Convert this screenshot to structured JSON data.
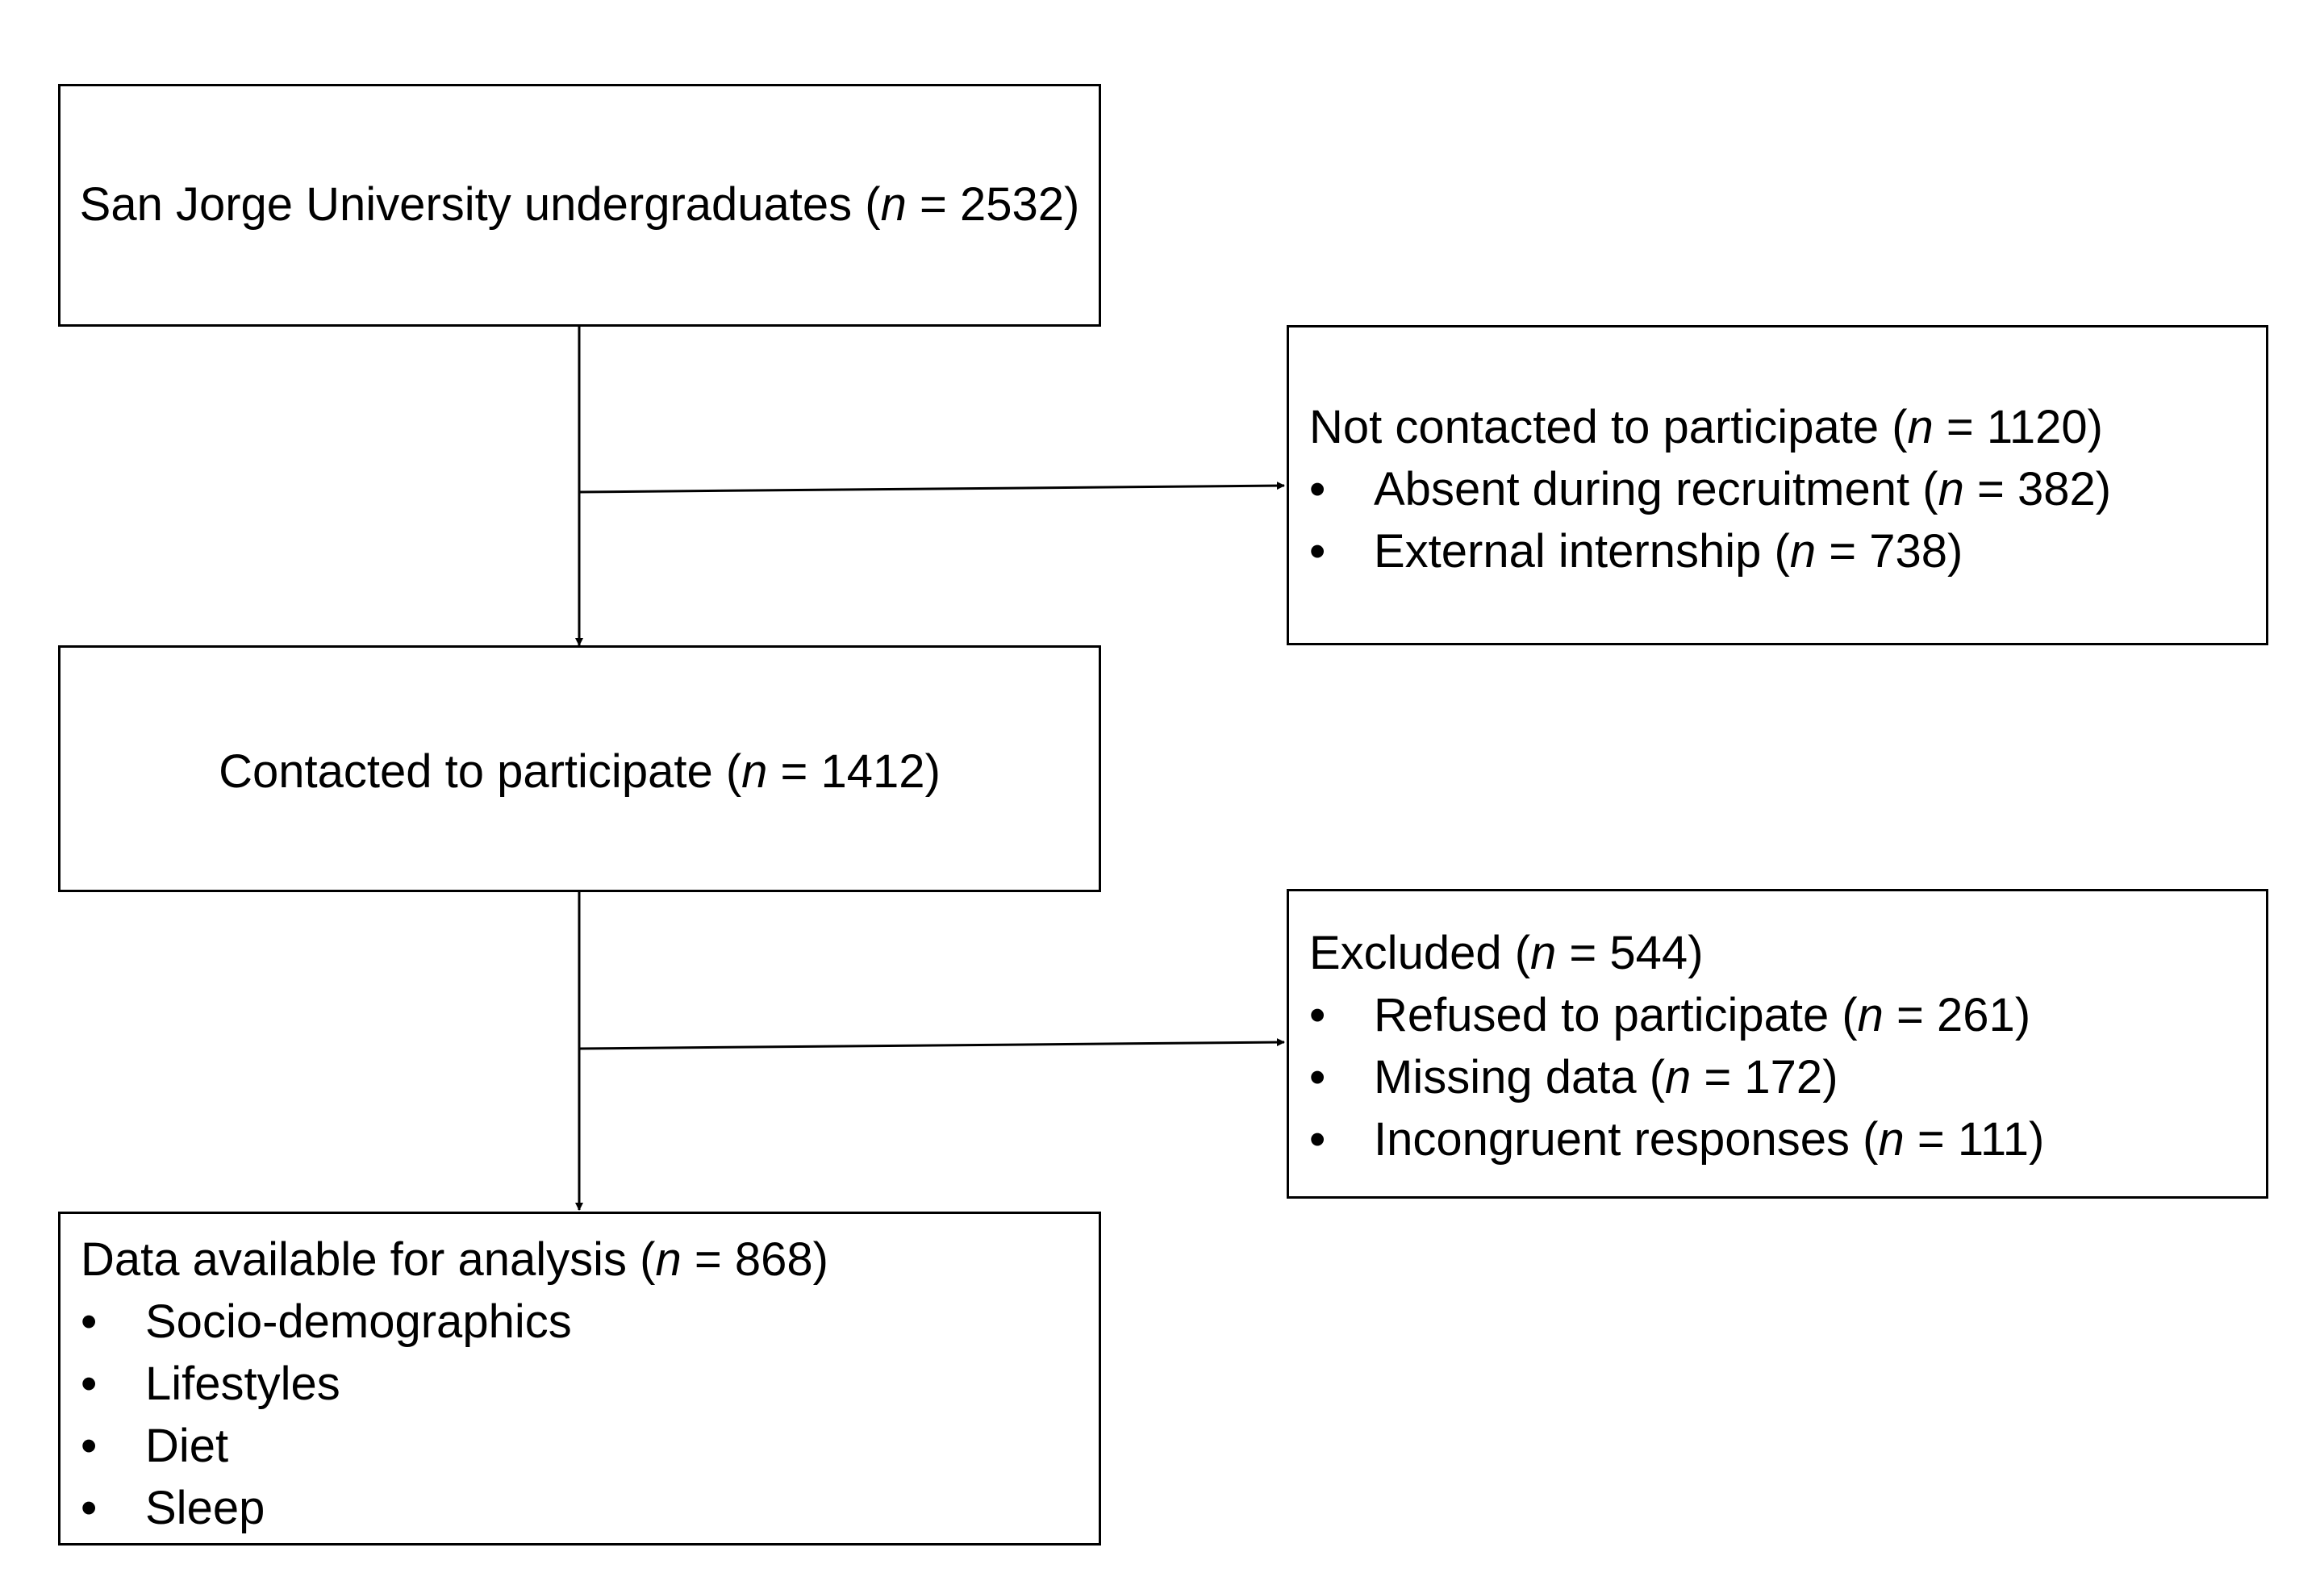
{
  "boxes": {
    "undergraduates": {
      "label": "San Jorge University undergraduates",
      "n": "2532"
    },
    "not_contacted": {
      "label": "Not contacted to participate",
      "n": "1120",
      "items": [
        {
          "label": "Absent during recruitment",
          "n": "382"
        },
        {
          "label": "External internship",
          "n": "738"
        }
      ]
    },
    "contacted": {
      "label": "Contacted to participate",
      "n": "1412"
    },
    "excluded": {
      "label": "Excluded",
      "n": "544",
      "items": [
        {
          "label": "Refused to participate",
          "n": "261"
        },
        {
          "label": "Missing data",
          "n": "172"
        },
        {
          "label": "Incongruent responses",
          "n": "111"
        }
      ]
    },
    "available": {
      "label": "Data available for analysis",
      "n": "868",
      "items": [
        "Socio-demographics",
        "Lifestyles",
        "Diet",
        "Sleep"
      ]
    }
  },
  "symbols": {
    "n_symbol": "n",
    "equals": " = ",
    "open_paren": " (",
    "close_paren": ")",
    "bullet": "•"
  }
}
